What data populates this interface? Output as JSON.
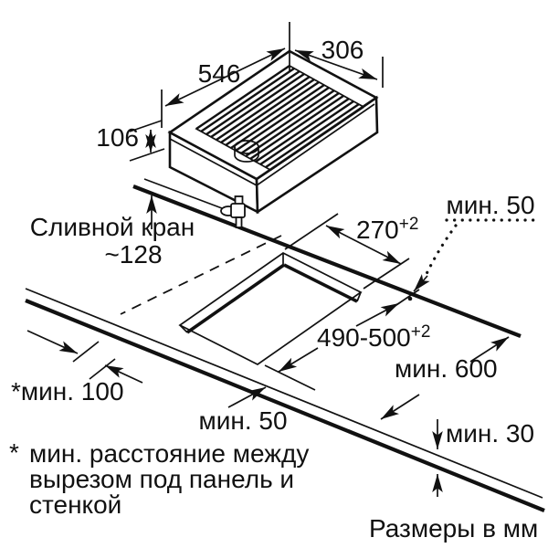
{
  "colors": {
    "line": "#111111",
    "background": "#ffffff"
  },
  "appliance": {
    "width_label": "546",
    "depth_label": "306",
    "height_label": "106",
    "drain_tap_label": "Сливной кран",
    "drain_tap_value": "~128"
  },
  "cutout": {
    "width_value": "270",
    "width_tolerance": "+2",
    "length_value": "490-500",
    "length_tolerance": "+2"
  },
  "clearances": {
    "rear_min": "мин. 50",
    "front_min": "мин. 50",
    "side_min": "*мин. 100",
    "worktop_depth_min": "мин. 600",
    "worktop_thickness_min": "мин. 30"
  },
  "footnote": {
    "marker": "*",
    "line1": "мин. расстояние между",
    "line2": "вырезом под панель и",
    "line3": "стенкой"
  },
  "units_note": "Размеры в мм"
}
